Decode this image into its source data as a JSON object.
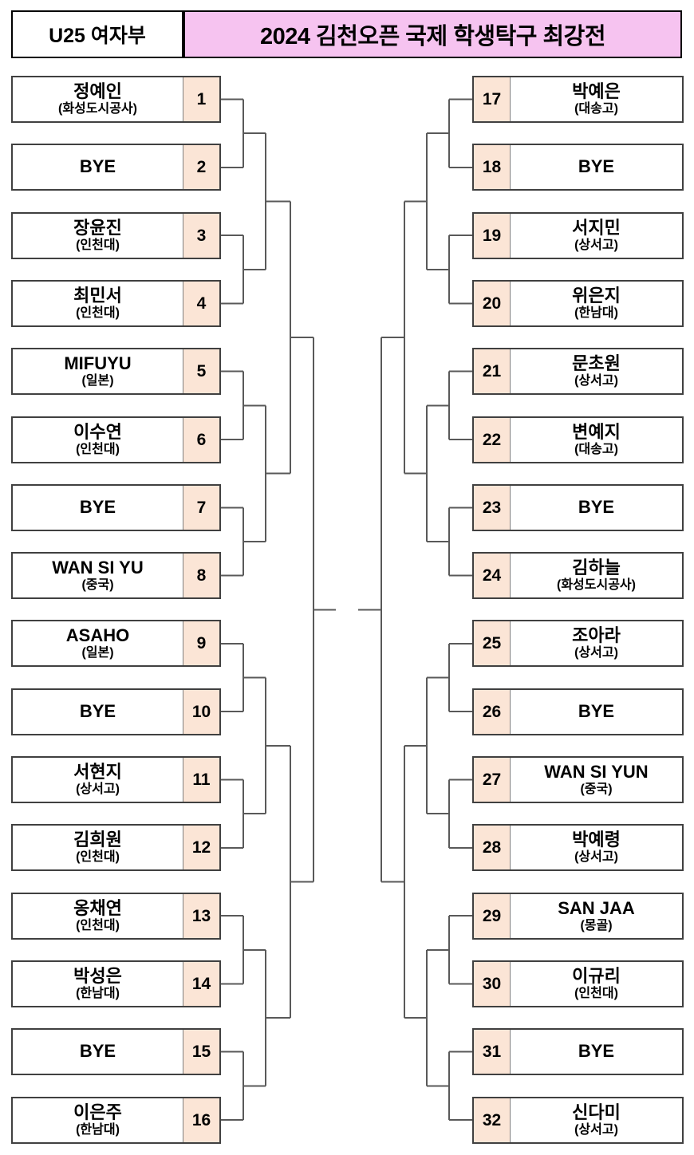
{
  "header": {
    "division": "U25 여자부",
    "title": "2024 김천오픈 국제 학생탁구 최강전"
  },
  "colors": {
    "title_bg": "#f6c3f0",
    "seed_bg": "#fbe5d6",
    "box_border": "#404040",
    "line": "#595959"
  },
  "bracket": {
    "type": "single_elimination_32",
    "entries": [
      {
        "seed": "1",
        "name": "정예인",
        "affiliation": "(화성도시공사)"
      },
      {
        "seed": "2",
        "name": "BYE",
        "affiliation": ""
      },
      {
        "seed": "3",
        "name": "장윤진",
        "affiliation": "(인천대)"
      },
      {
        "seed": "4",
        "name": "최민서",
        "affiliation": "(인천대)"
      },
      {
        "seed": "5",
        "name": "MIFUYU",
        "affiliation": "(일본)"
      },
      {
        "seed": "6",
        "name": "이수연",
        "affiliation": "(인천대)"
      },
      {
        "seed": "7",
        "name": "BYE",
        "affiliation": ""
      },
      {
        "seed": "8",
        "name": "WAN SI YU",
        "affiliation": "(중국)"
      },
      {
        "seed": "9",
        "name": "ASAHO",
        "affiliation": "(일본)"
      },
      {
        "seed": "10",
        "name": "BYE",
        "affiliation": ""
      },
      {
        "seed": "11",
        "name": "서현지",
        "affiliation": "(상서고)"
      },
      {
        "seed": "12",
        "name": "김희원",
        "affiliation": "(인천대)"
      },
      {
        "seed": "13",
        "name": "옹채연",
        "affiliation": "(인천대)"
      },
      {
        "seed": "14",
        "name": "박성은",
        "affiliation": "(한남대)"
      },
      {
        "seed": "15",
        "name": "BYE",
        "affiliation": ""
      },
      {
        "seed": "16",
        "name": "이은주",
        "affiliation": "(한남대)"
      },
      {
        "seed": "17",
        "name": "박예은",
        "affiliation": "(대송고)"
      },
      {
        "seed": "18",
        "name": "BYE",
        "affiliation": ""
      },
      {
        "seed": "19",
        "name": "서지민",
        "affiliation": "(상서고)"
      },
      {
        "seed": "20",
        "name": "위은지",
        "affiliation": "(한남대)"
      },
      {
        "seed": "21",
        "name": "문초원",
        "affiliation": "(상서고)"
      },
      {
        "seed": "22",
        "name": "변예지",
        "affiliation": "(대송고)"
      },
      {
        "seed": "23",
        "name": "BYE",
        "affiliation": ""
      },
      {
        "seed": "24",
        "name": "김하늘",
        "affiliation": "(화성도시공사)"
      },
      {
        "seed": "25",
        "name": "조아라",
        "affiliation": "(상서고)"
      },
      {
        "seed": "26",
        "name": "BYE",
        "affiliation": ""
      },
      {
        "seed": "27",
        "name": "WAN SI YUN",
        "affiliation": "(중국)"
      },
      {
        "seed": "28",
        "name": "박예령",
        "affiliation": "(상서고)"
      },
      {
        "seed": "29",
        "name": "SAN JAA",
        "affiliation": "(몽골)"
      },
      {
        "seed": "30",
        "name": "이규리",
        "affiliation": "(인천대)"
      },
      {
        "seed": "31",
        "name": "BYE",
        "affiliation": ""
      },
      {
        "seed": "32",
        "name": "신다미",
        "affiliation": "(상서고)"
      }
    ]
  }
}
